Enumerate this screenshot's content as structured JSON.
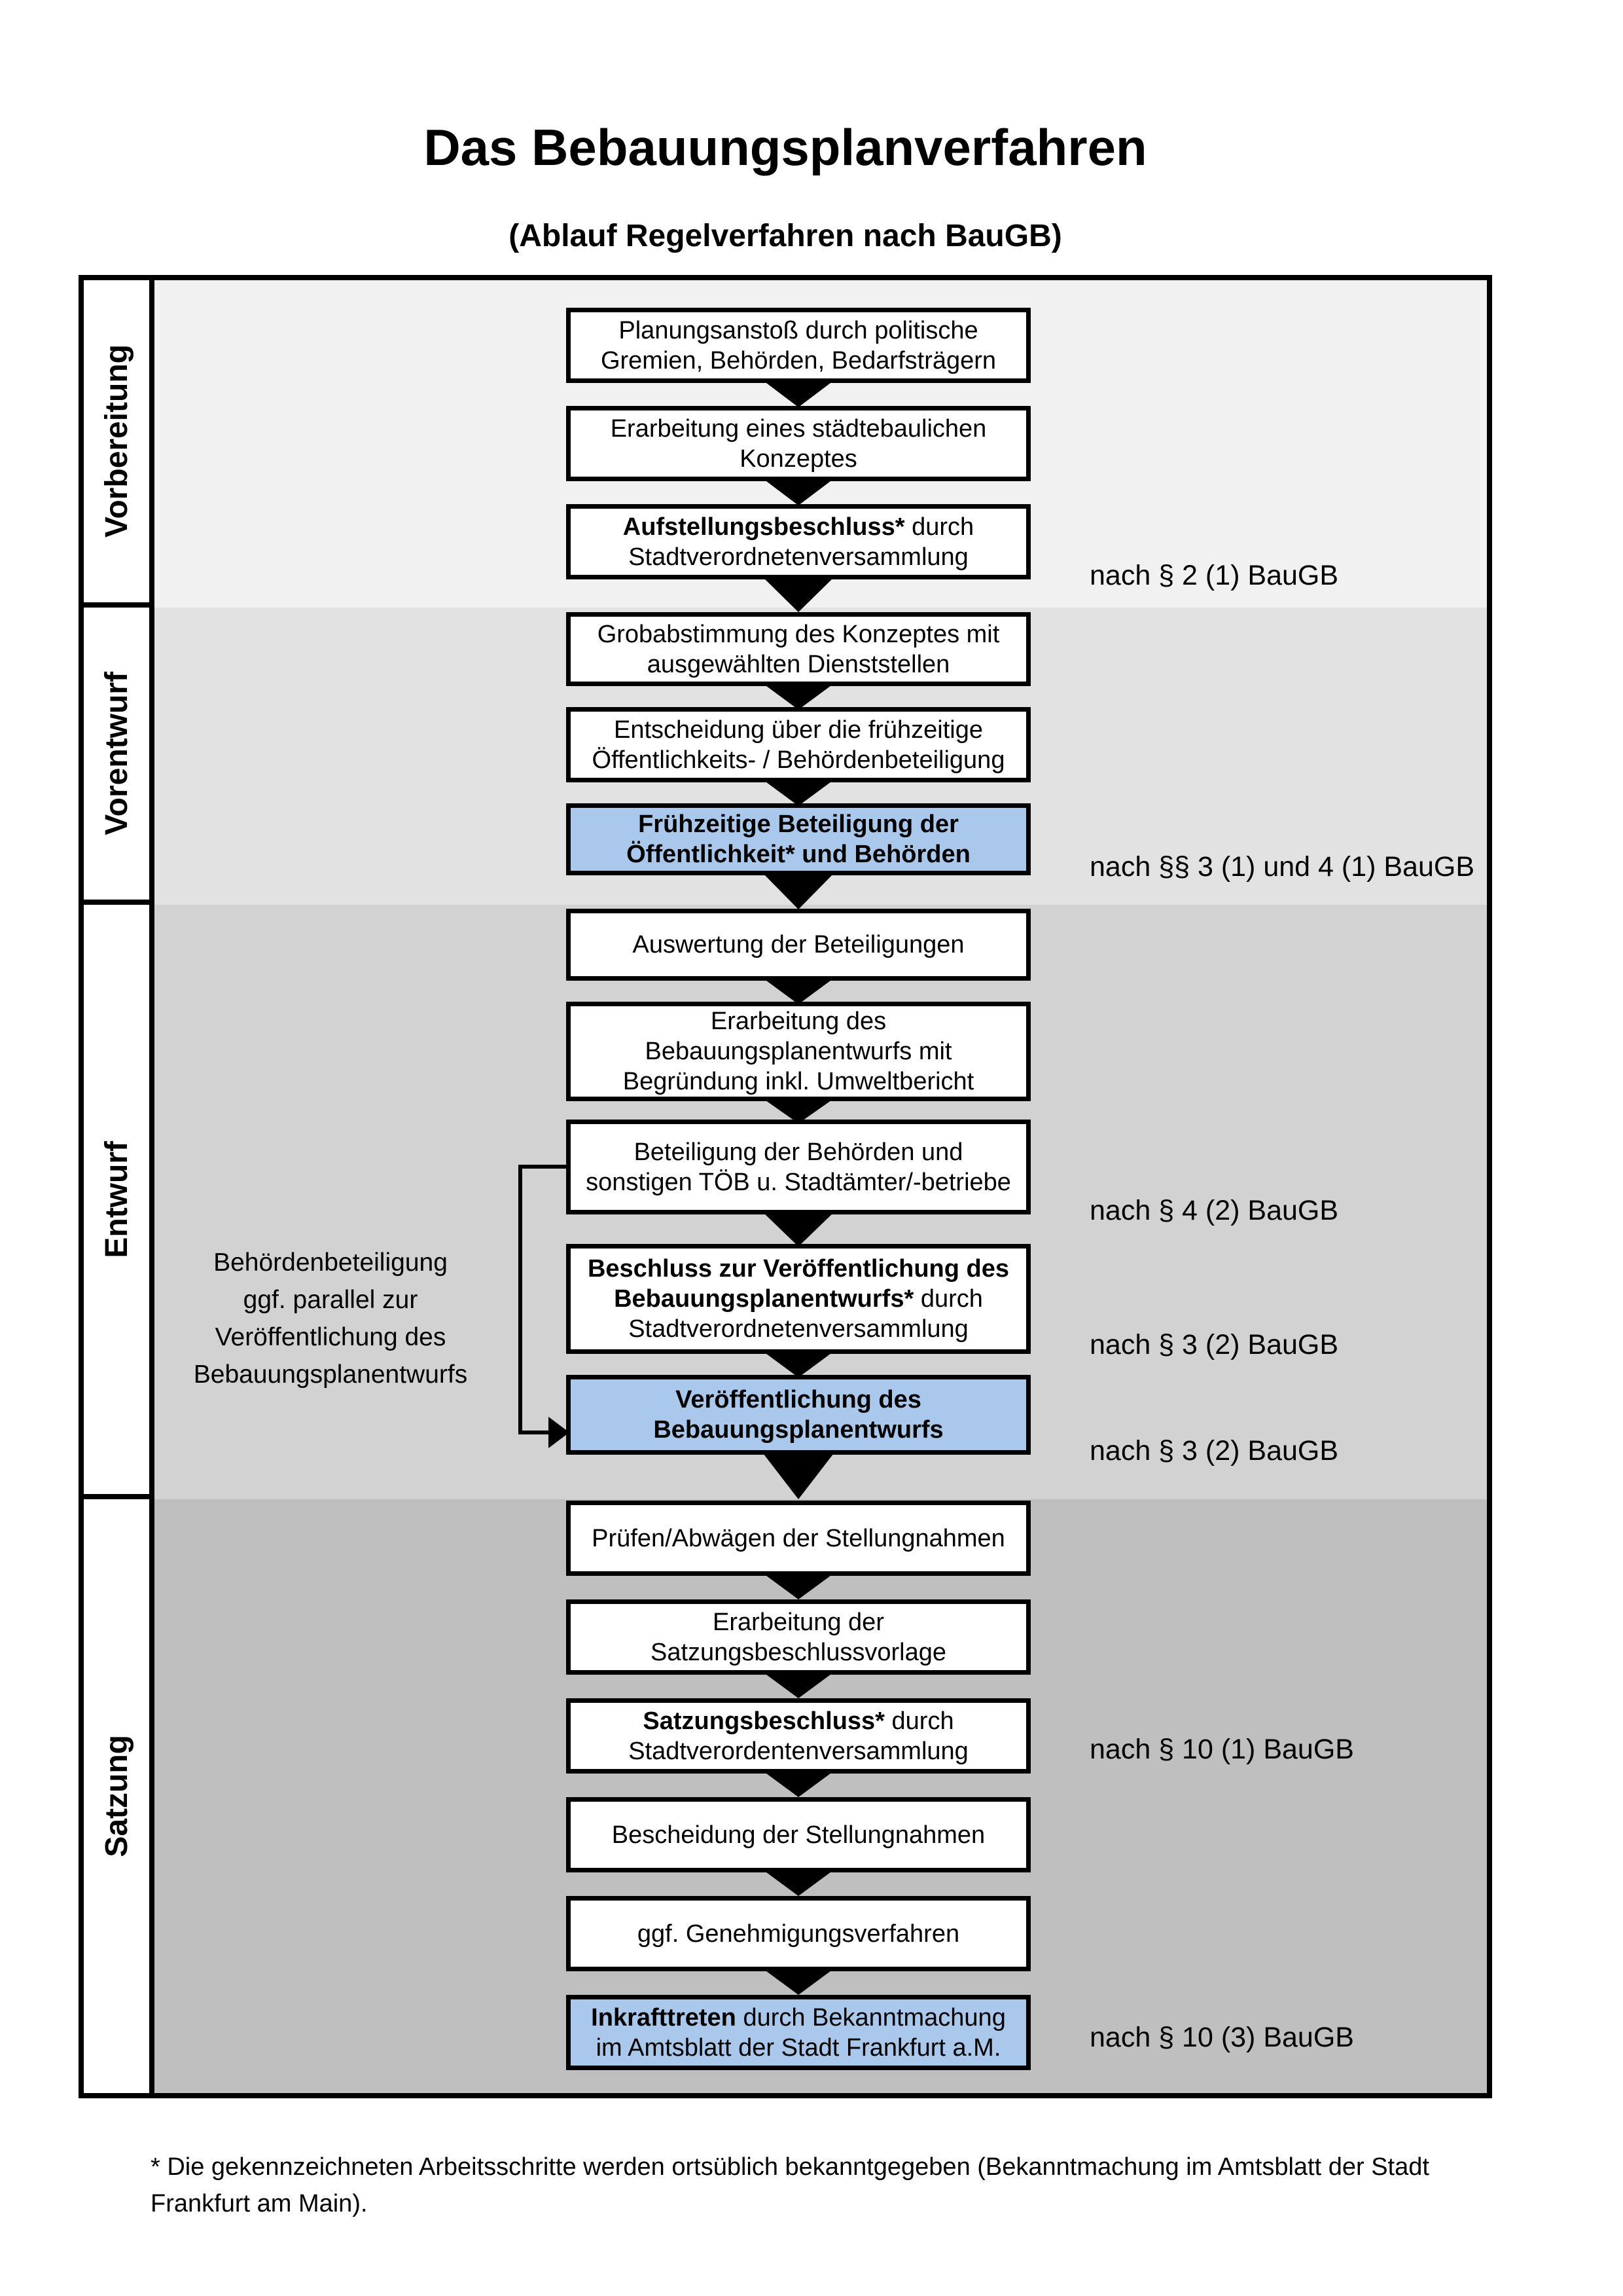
{
  "title": "Das Bebauungsplanverfahren",
  "subtitle": "(Ablauf Regelverfahren nach BauGB)",
  "colors": {
    "section_vorbereitung": "#f1f1f1",
    "section_vorentwurf": "#e2e2e2",
    "section_entwurf": "#d2d2d2",
    "section_satzung": "#bfbfbf",
    "highlight_blue": "#a9c8eb"
  },
  "phases": [
    {
      "label": "Vorbereitung"
    },
    {
      "label": "Vorentwurf"
    },
    {
      "label": "Entwurf"
    },
    {
      "label": "Satzung"
    }
  ],
  "steps": [
    {
      "l1": {
        "t": "Planungsanstoß durch politische"
      },
      "l2": {
        "t": "Gremien, Behörden, Bedarfsträgern"
      }
    },
    {
      "l1": {
        "t": "Erarbeitung eines städtebaulichen"
      },
      "l2": {
        "t": "Konzeptes"
      }
    },
    {
      "l1": {
        "b": "Aufstellungsbeschluss*",
        "t": " durch"
      },
      "l2": {
        "t": "Stadtverordnetenversammlung"
      }
    },
    {
      "l1": {
        "t": "Grobabstimmung des Konzeptes mit"
      },
      "l2": {
        "t": "ausgewählten Dienststellen"
      }
    },
    {
      "l1": {
        "t": "Entscheidung über die frühzeitige"
      },
      "l2": {
        "t": "Öffentlichkeits- / Behördenbeteiligung"
      }
    },
    {
      "l1": {
        "b": "Frühzeitige Beteiligung der"
      },
      "l2": {
        "b": "Öffentlichkeit* und Behörden"
      }
    },
    {
      "l1": {
        "t": "Auswertung der Beteiligungen"
      }
    },
    {
      "l1": {
        "t": "Erarbeitung des"
      },
      "l2": {
        "t": "Bebauungsplanentwurfs mit"
      },
      "l3": {
        "t": "Begründung inkl. Umweltbericht"
      }
    },
    {
      "l1": {
        "t": "Beteiligung der Behörden und"
      },
      "l2": {
        "t": "sonstigen TÖB u. Stadtämter/-betriebe"
      }
    },
    {
      "l1": {
        "b": "Beschluss zur Veröffentlichung des"
      },
      "l2": {
        "b": "Bebauungsplanentwurfs*",
        "t": " durch"
      },
      "l3": {
        "t": "Stadtverordnetenversammlung"
      }
    },
    {
      "l1": {
        "b": "Veröffentlichung des"
      },
      "l2": {
        "b": "Bebauungsplanentwurfs"
      }
    },
    {
      "l1": {
        "t": "Prüfen/Abwägen der Stellungnahmen"
      }
    },
    {
      "l1": {
        "t": "Erarbeitung der"
      },
      "l2": {
        "t": "Satzungsbeschlussvorlage"
      }
    },
    {
      "l1": {
        "b": "Satzungsbeschluss*",
        "t": " durch"
      },
      "l2": {
        "t": "Stadtverordentenversammlung"
      }
    },
    {
      "l1": {
        "t": "Bescheidung der Stellungnahmen"
      }
    },
    {
      "l1": {
        "t": "ggf. Genehmigungsverfahren"
      }
    },
    {
      "l1": {
        "b": "Inkrafttreten",
        "t": " durch Bekanntmachung"
      },
      "l2": {
        "t": "im Amtsblatt der Stadt Frankfurt a.M."
      }
    }
  ],
  "legal_refs": [
    "nach § 2 (1) BauGB",
    "nach §§ 3 (1) und 4 (1) BauGB",
    "nach § 4 (2) BauGB",
    "nach § 3 (2) BauGB",
    "nach § 3 (2) BauGB",
    "nach § 10 (1) BauGB",
    "nach § 10 (3) BauGB"
  ],
  "side_note": {
    "lines": [
      "Behördenbeteiligung",
      "ggf. parallel zur",
      "Veröffentlichung des",
      "Bebauungsplanentwurfs"
    ]
  },
  "footnote": {
    "line1": "* Die gekennzeichneten Arbeitsschritte werden ortsüblich bekanntgegeben (Bekanntmachung im Amtsblatt  der Stadt",
    "line2": "Frankfurt am Main)."
  }
}
